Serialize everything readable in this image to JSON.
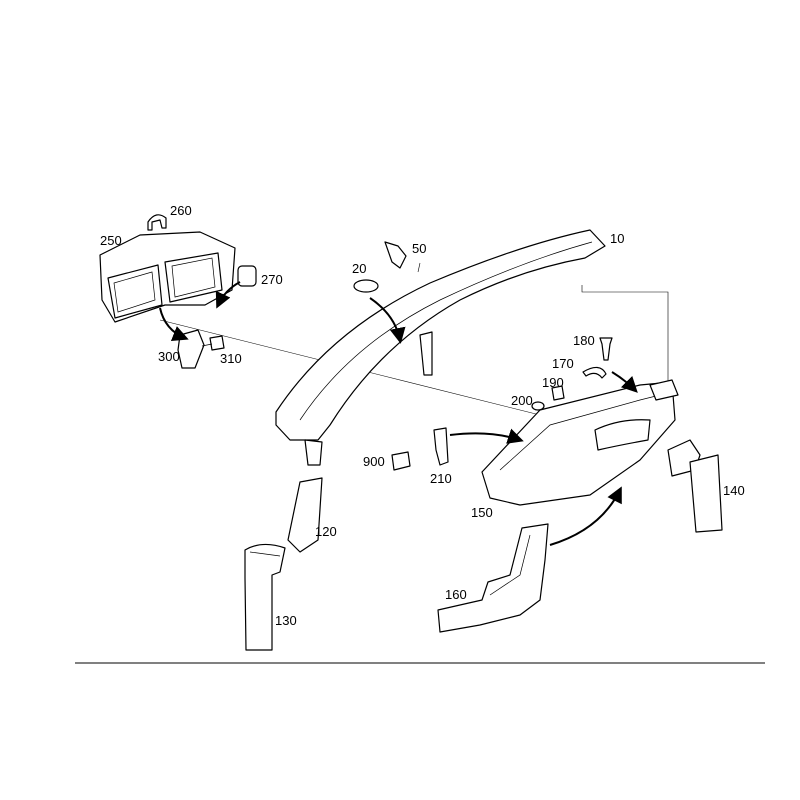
{
  "diagram": {
    "callouts": {
      "p10": "10",
      "p20": "20",
      "p50": "50",
      "p120": "120",
      "p130": "130",
      "p140": "140",
      "p150": "150",
      "p160": "160",
      "p170": "170",
      "p180": "180",
      "p190": "190",
      "p200": "200",
      "p210": "210",
      "p250": "250",
      "p260": "260",
      "p270": "270",
      "p300": "300",
      "p310": "310",
      "p900": "900"
    }
  }
}
